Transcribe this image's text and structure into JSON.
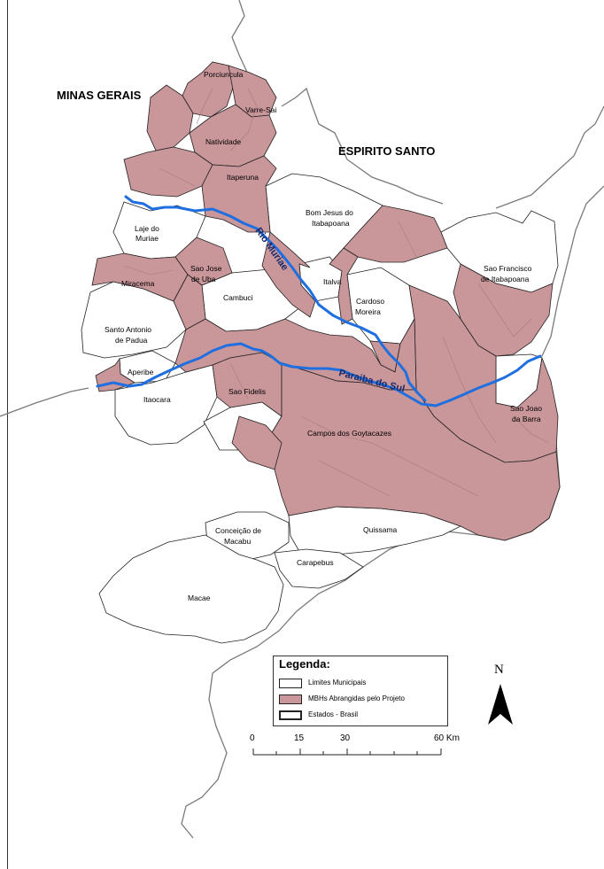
{
  "states": {
    "minas_gerais": "MINAS GERAIS",
    "espirito_santo": "ESPIRITO SANTO"
  },
  "municipalities": {
    "porciuncula": "Porciuncula",
    "varre_sai": "Varre-Sai",
    "natividade": "Natividade",
    "itaperuna": "Itaperuna",
    "bom_jesus_1": "Bom Jesus do",
    "bom_jesus_2": "Itabapoana",
    "laje_1": "Laje do",
    "laje_2": "Muriae",
    "miracema": "Miracema",
    "sao_jose_1": "Sao Jose",
    "sao_jose_2": "de Uba",
    "italva": "Italva",
    "sao_francisco_1": "Sao Francisco",
    "sao_francisco_2": "de Itabapoana",
    "cambuci": "Cambuci",
    "cardoso_1": "Cardoso",
    "cardoso_2": "Moreira",
    "santo_antonio_1": "Santo Antonio",
    "santo_antonio_2": "de Padua",
    "aperibe": "Aperibe",
    "itaocara": "Itaocara",
    "sao_fidelis": "Sao Fidelis",
    "campos": "Campos dos Goytacazes",
    "sao_joao_1": "Sao Joao",
    "sao_joao_2": "da Barra",
    "conceicao_1": "Conceição de",
    "conceicao_2": "Macabu",
    "quissama": "Quissama",
    "carapebus": "Carapebus",
    "macae": "Macae"
  },
  "rivers": {
    "muriae": "Rio Muriae",
    "paraiba": "Paraiba do Sul"
  },
  "legend": {
    "title": "Legenda:",
    "items": [
      {
        "label": "Limites Municipais",
        "color": "#ffffff"
      },
      {
        "label": "MBHs Abrangidas pelo Projeto",
        "color": "#c9969a"
      },
      {
        "label": "Estados - Brasil",
        "color": "#ffffff"
      }
    ]
  },
  "scale": {
    "ticks": [
      "0",
      "15",
      "30",
      "60 Km"
    ]
  },
  "north": {
    "label": "N"
  },
  "colors": {
    "highlight": "#c9969a",
    "river": "#1f6fe0",
    "border": "#222222",
    "coast": "#7a7a7a"
  }
}
